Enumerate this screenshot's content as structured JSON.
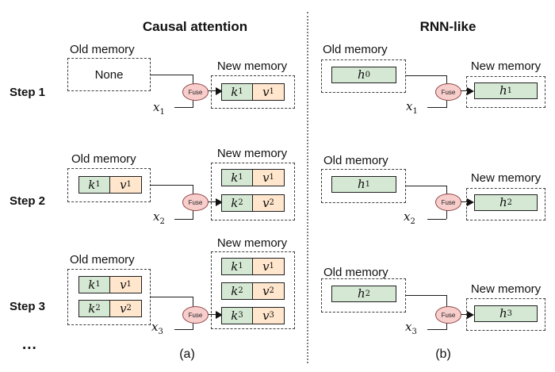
{
  "titles": {
    "left": "Causal attention",
    "right": "RNN-like"
  },
  "captions": {
    "a": "(a)",
    "b": "(b)",
    "more": "..."
  },
  "labels": {
    "old_memory": "Old memory",
    "new_memory": "New memory",
    "fuse": "Fuse"
  },
  "colors": {
    "key_fill": "#d5e8d4",
    "value_fill": "#ffe6cc",
    "fuse_fill": "#f8cecc",
    "fuse_border": "#8d4444",
    "cell_border": "#1f1f1f",
    "line": "#1c1c1c",
    "dash": "#3d3d3d",
    "separator": "#7f7f7f",
    "text": "#111111"
  },
  "steps": {
    "left": [
      {
        "name": "Step 1",
        "x_var": "x",
        "x_sub": "1",
        "old_none": "None",
        "new": [
          {
            "kl": "k",
            "ks": "1",
            "vl": "v",
            "vs": "1"
          }
        ]
      },
      {
        "name": "Step 2",
        "x_var": "x",
        "x_sub": "2",
        "old": [
          {
            "kl": "k",
            "ks": "1",
            "vl": "v",
            "vs": "1"
          }
        ],
        "new": [
          {
            "kl": "k",
            "ks": "1",
            "vl": "v",
            "vs": "1"
          },
          {
            "kl": "k",
            "ks": "2",
            "vl": "v",
            "vs": "2"
          }
        ]
      },
      {
        "name": "Step 3",
        "x_var": "x",
        "x_sub": "3",
        "old": [
          {
            "kl": "k",
            "ks": "1",
            "vl": "v",
            "vs": "1"
          },
          {
            "kl": "k",
            "ks": "2",
            "vl": "v",
            "vs": "2"
          }
        ],
        "new": [
          {
            "kl": "k",
            "ks": "1",
            "vl": "v",
            "vs": "1"
          },
          {
            "kl": "k",
            "ks": "2",
            "vl": "v",
            "vs": "2"
          },
          {
            "kl": "k",
            "ks": "3",
            "vl": "v",
            "vs": "3"
          }
        ]
      }
    ],
    "right": [
      {
        "x_var": "x",
        "x_sub": "1",
        "old_l": "h",
        "old_s": "0",
        "new_l": "h",
        "new_s": "1"
      },
      {
        "x_var": "x",
        "x_sub": "2",
        "old_l": "h",
        "old_s": "1",
        "new_l": "h",
        "new_s": "2"
      },
      {
        "x_var": "x",
        "x_sub": "3",
        "old_l": "h",
        "old_s": "2",
        "new_l": "h",
        "new_s": "3"
      }
    ]
  }
}
